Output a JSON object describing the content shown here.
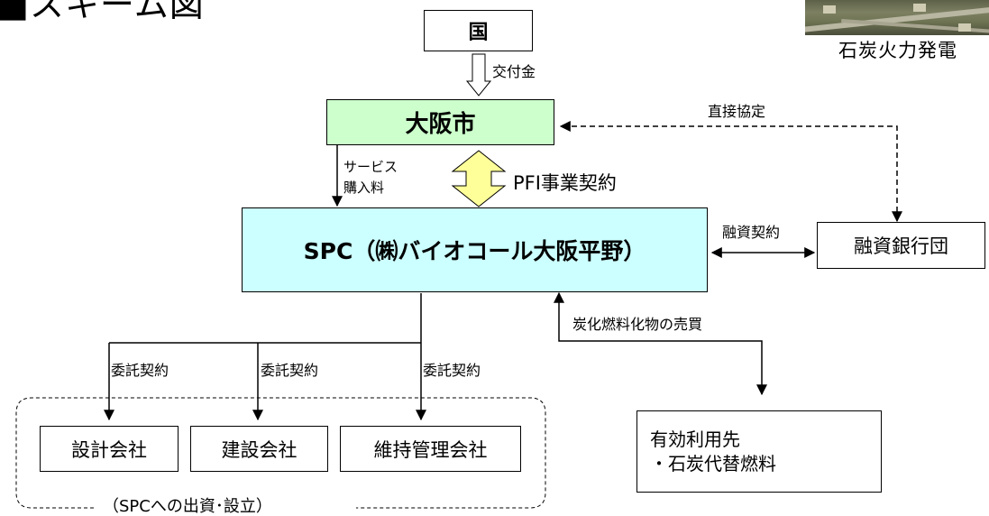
{
  "heading_partial": "■スキーム図",
  "photo_caption": "石炭火力発電",
  "nodes": {
    "kuni": "国",
    "osaka_city": "大阪市",
    "spc": "SPC（㈱バイオコール大阪平野）",
    "banks": "融資銀行団",
    "design": "設計会社",
    "construction": "建設会社",
    "maintenance": "維持管理会社",
    "effective_use": "有効利用先",
    "effective_use_item": "・石炭代替燃料"
  },
  "edges": {
    "grant": "交付金",
    "direct_agreement": "直接協定",
    "service_fee_line1": "サービス",
    "service_fee_line2": "購入料",
    "pfi_contract": "PFI事業契約",
    "loan_contract": "融資契約",
    "sale": "炭化燃料化物の売買",
    "consign_1": "委託契約",
    "consign_2": "委託契約",
    "consign_3": "委託契約"
  },
  "group_label": "（SPCへの出資･設立）",
  "colors": {
    "osaka_city_fill": "#ccffcc",
    "spc_fill": "#ccffff",
    "pfi_arrow_fill": "#ffff99"
  }
}
